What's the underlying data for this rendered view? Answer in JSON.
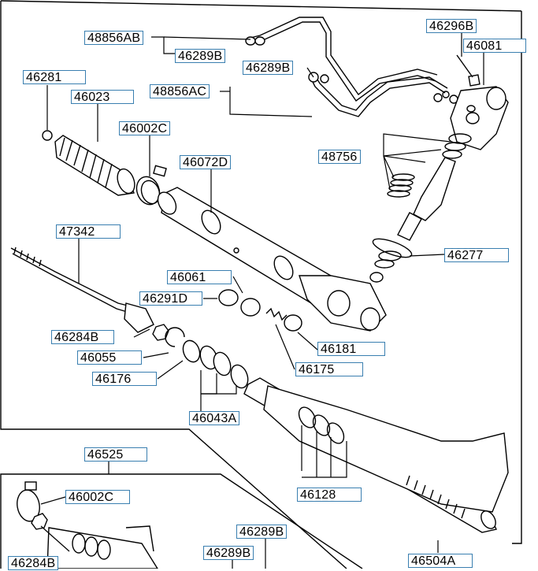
{
  "labels": {
    "l48856AB": "48856AB",
    "l46289B_a": "46289B",
    "l46289B_b": "46289B",
    "l48856AC": "48856AC",
    "l46296B": "46296B",
    "l46081": "46081",
    "l46281": "46281",
    "l46023": "46023",
    "l46002C_a": "46002C",
    "l46072D": "46072D",
    "l48756": "48756",
    "l47342": "47342",
    "l46277": "46277",
    "l46061": "46061",
    "l46291D": "46291D",
    "l46284B_a": "46284B",
    "l46055": "46055",
    "l46181": "46181",
    "l46176": "46176",
    "l46175": "46175",
    "l46043A": "46043A",
    "l46525": "46525",
    "l46128": "46128",
    "l46002C_b": "46002C",
    "l46289B_c": "46289B",
    "l46289B_d": "46289B",
    "l46284B_b": "46284B",
    "l46504A": "46504A"
  }
}
